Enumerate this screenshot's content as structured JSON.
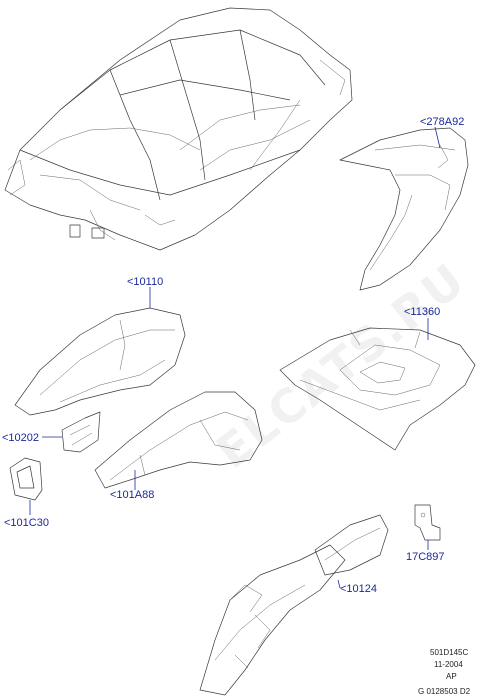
{
  "callouts": {
    "c278a92": "<278A92",
    "c10110": "<10110",
    "c11360": "<11360",
    "c10202": "<10202",
    "c101a88": "<101A88",
    "c101c30": "<101C30",
    "c17c897": "17C897",
    "c10124": "<10124"
  },
  "watermark": "ELCATS.RU",
  "reference": {
    "line1": "501D145C",
    "line2": "11-2004",
    "line3": "AP",
    "line4": "G 0128503 D2"
  },
  "colors": {
    "callout": "#1a2a9c",
    "line": "#3a3a3a"
  }
}
